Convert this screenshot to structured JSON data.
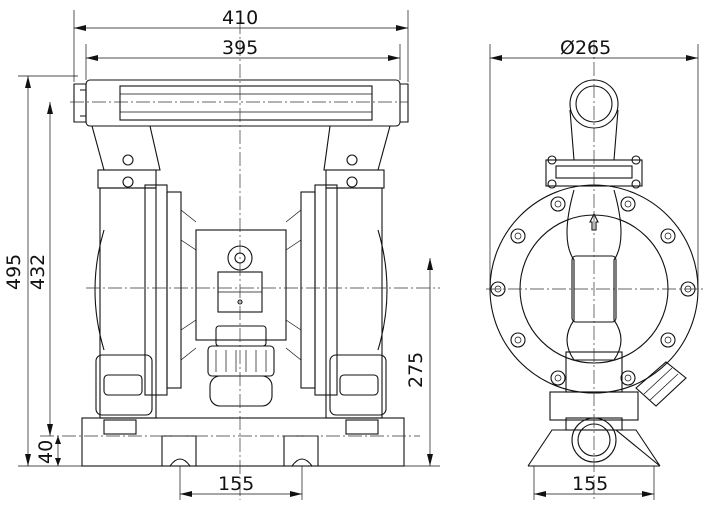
{
  "drawing": {
    "front_view": {
      "dim_overall_width": "410",
      "dim_frame_width": "395",
      "dim_overall_height": "495",
      "dim_height_inner": "432",
      "dim_base_height": "40",
      "dim_outlet_height": "275",
      "dim_foot_spacing": "155"
    },
    "side_view": {
      "dim_diameter": "Ø265",
      "dim_foot_spacing": "155"
    }
  }
}
